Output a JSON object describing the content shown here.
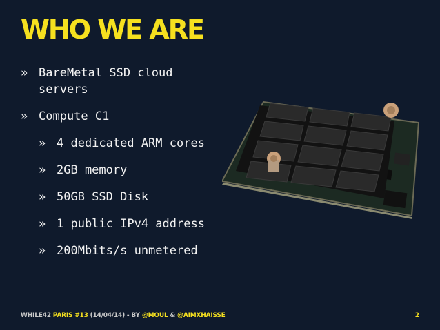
{
  "title": "WHO WE ARE",
  "bullets": [
    {
      "level": 1,
      "text": "BareMetal SSD cloud servers"
    },
    {
      "level": 1,
      "text": "Compute C1"
    },
    {
      "level": 2,
      "text": "4 dedicated ARM cores"
    },
    {
      "level": 2,
      "text": "2GB memory"
    },
    {
      "level": 2,
      "text": "50GB SSD Disk"
    },
    {
      "level": 2,
      "text": "1 public IPv4 address"
    },
    {
      "level": 2,
      "text": "200Mbits/s unmetered"
    }
  ],
  "bullet_marker": "»",
  "footer": {
    "event": "WHILE42",
    "edition": "PARIS #13",
    "date": "(14/04/14)",
    "by": "- BY",
    "author1": "@MOUL",
    "amp": "&",
    "author2": "@AIMXHAISSE"
  },
  "page_number": "2",
  "colors": {
    "background": "#0f1a2c",
    "accent": "#f5e01f",
    "text": "#f2f2f2"
  }
}
